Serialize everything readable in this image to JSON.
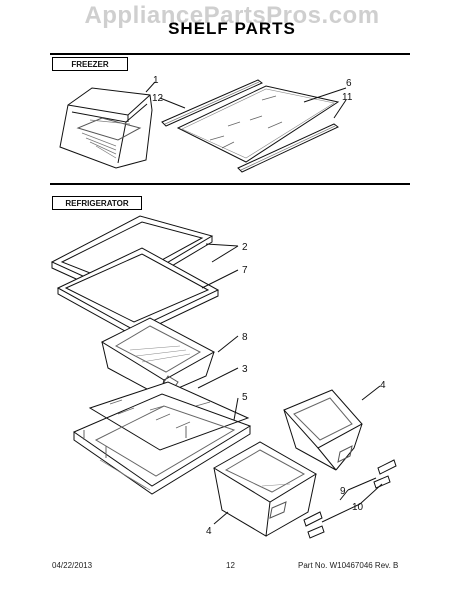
{
  "header": {
    "watermark": "AppliancePartsPros.com",
    "title": "SHELF PARTS"
  },
  "sections": {
    "freezer": "FREEZER",
    "refrigerator": "REFRIGERATOR"
  },
  "callouts": {
    "freezer": [
      "1",
      "12",
      "6",
      "11"
    ],
    "refrigerator": [
      "2",
      "7",
      "8",
      "3",
      "5",
      "4",
      "9",
      "10",
      "4"
    ]
  },
  "footer": {
    "date": "04/22/2013",
    "page": "12",
    "part_no": "Part No. W10467046  Rev. B"
  }
}
